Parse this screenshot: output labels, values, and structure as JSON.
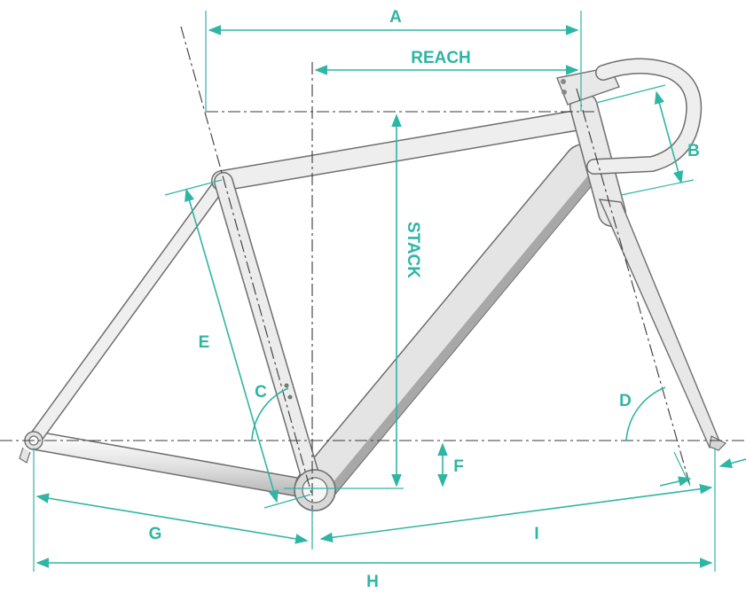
{
  "diagram": {
    "colors": {
      "dimension": "#2fb5a3",
      "frame": "#e6e6e6",
      "outline": "#6e6e6e",
      "centerline": "#3a3a3a"
    },
    "labels": {
      "a": "A",
      "reach": "REACH",
      "b": "B",
      "stack": "STACK",
      "c": "C",
      "d": "D",
      "e": "E",
      "f": "F",
      "g": "G",
      "h": "H",
      "i": "I"
    }
  }
}
